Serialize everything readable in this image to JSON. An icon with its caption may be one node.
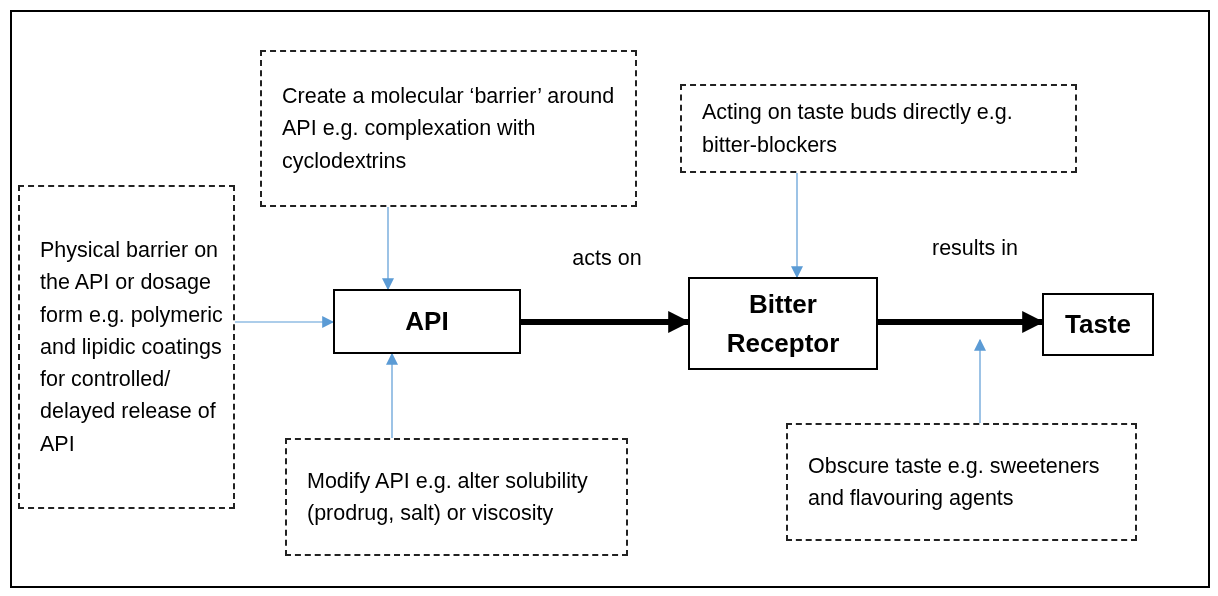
{
  "diagram": {
    "nodes": [
      {
        "text": [
          "Create a molecular ‘barrier’ around API e.g. complexation with cyclodextrins"
        ]
      },
      {
        "text": [
          "Acting on taste buds directly e.g. bitter-blockers"
        ]
      },
      {
        "text": [
          "Physical barrier on the API or dosage form e.g. polymeric and lipidic coatings for controlled/ delayed release of API"
        ]
      },
      {
        "text": [
          "API"
        ]
      },
      {
        "text": [
          "Bitter Receptor"
        ]
      },
      {
        "text": [
          "Taste"
        ]
      },
      {
        "text": [
          "Modify API e.g. alter solubility (prodrug, salt) or viscosity"
        ]
      },
      {
        "text": [
          "Obscure taste e.g. sweeteners and flavouring agents"
        ]
      }
    ],
    "edges": [
      {
        "from": 0,
        "to": 3,
        "arrow": "to"
      },
      {
        "from": 2,
        "to": 3,
        "arrow": "to"
      },
      {
        "from": 6,
        "to": 3,
        "arrow": "to"
      },
      {
        "from": 3,
        "to": 4,
        "arrow": "to",
        "label": "acts on",
        "style": "thick",
        "color": "#000000"
      },
      {
        "from": 1,
        "to": 4,
        "arrow": "to"
      },
      {
        "from": 4,
        "to": 5,
        "arrow": "to",
        "label": "results in",
        "style": "thick",
        "color": "#000000"
      },
      {
        "from": 7,
        "to": null,
        "arrow": "to"
      }
    ]
  }
}
